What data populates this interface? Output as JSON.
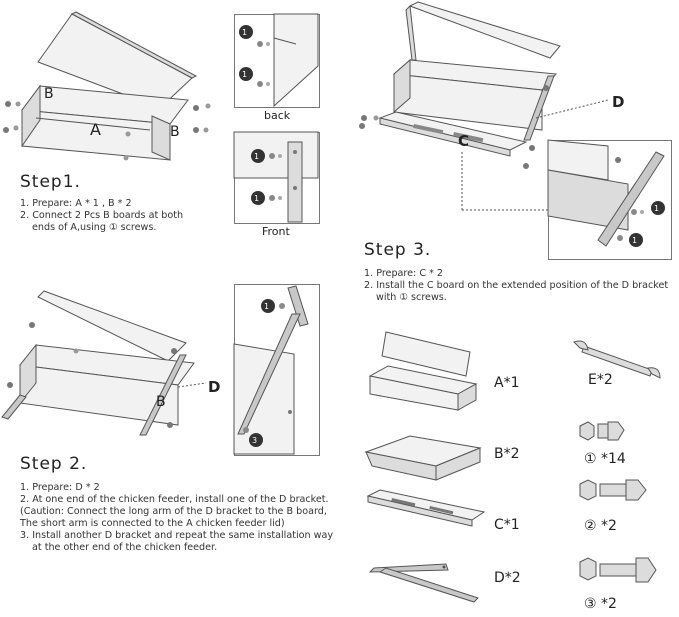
{
  "step1": {
    "title": "Step1.",
    "items": [
      "1. Prepare: A * 1 , B * 2",
      "2. Connect 2 Pcs B boards at both",
      "ends of A,using ① screws."
    ],
    "labels": {
      "a": "A",
      "b_left": "B",
      "b_right": "B"
    },
    "inset_back": "back",
    "inset_front": "Front"
  },
  "step2": {
    "title": "Step 2.",
    "items": [
      "1. Prepare: D * 2",
      "2. At one end of the chicken feeder, install one of the D bracket.",
      "(Caution: Connect the long arm of the D bracket to the B board,",
      "The short arm is connected to the A chicken feeder lid)",
      "3. Install another D bracket and repeat the same installation way",
      "at the other end of the chicken feeder."
    ],
    "labels": {
      "b": "B",
      "d": "D"
    }
  },
  "step3": {
    "title": "Step 3.",
    "items": [
      "1. Prepare: C * 2",
      "2. Install the C board on the extended position of the D bracket",
      "with ① screws."
    ],
    "labels": {
      "c": "C",
      "d": "D"
    }
  },
  "badges": {
    "one": "①",
    "three": "③"
  },
  "parts": {
    "a": "A*1",
    "b": "B*2",
    "c": "C*1",
    "d": "D*2",
    "e": "E*2",
    "screw1": "① *14",
    "screw2": "② *2",
    "screw3": "③ *2"
  }
}
